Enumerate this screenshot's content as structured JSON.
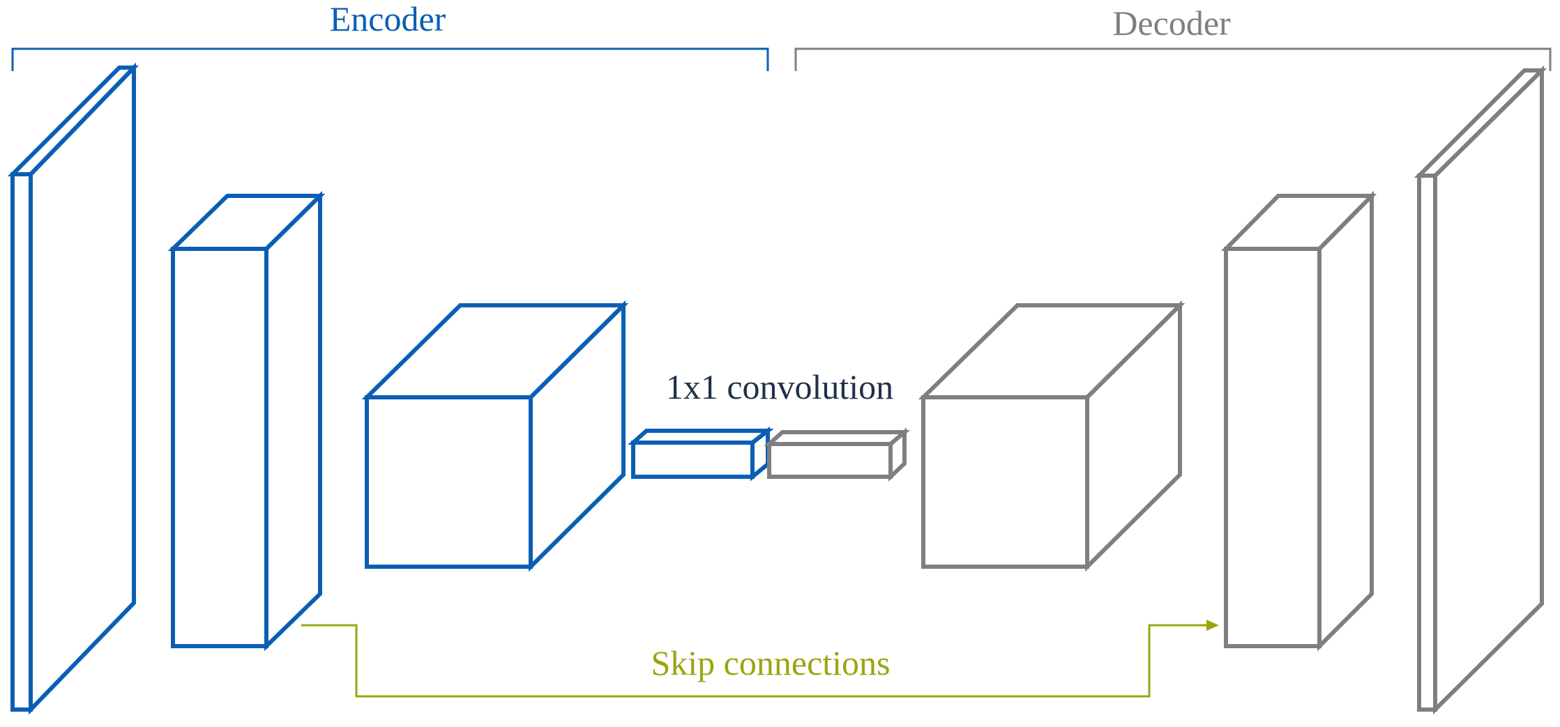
{
  "labels": {
    "encoder": "Encoder",
    "decoder": "Decoder",
    "bottleneck": "1x1 convolution",
    "skip": "Skip connections"
  },
  "colors": {
    "encoder": "#0a5fb4",
    "decoder": "#7f7f7f",
    "bottleneck_text": "#1f3147",
    "skip": "#9aa60f",
    "background": "#ffffff"
  }
}
